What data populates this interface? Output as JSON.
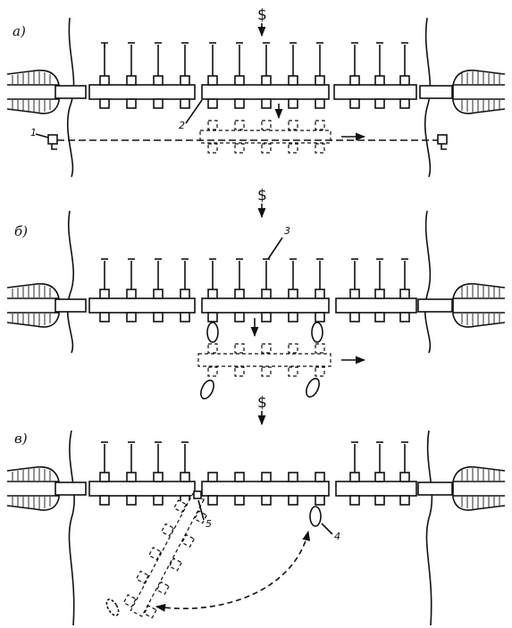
{
  "panels": [
    {
      "label": "a)",
      "callouts": [
        {
          "id": "1"
        },
        {
          "id": "2"
        }
      ]
    },
    {
      "label": "б)",
      "callouts": [
        {
          "id": "3"
        }
      ]
    },
    {
      "label": "в)",
      "callouts": [
        {
          "id": "5"
        },
        {
          "id": "4"
        }
      ]
    }
  ],
  "load_symbol": "$"
}
